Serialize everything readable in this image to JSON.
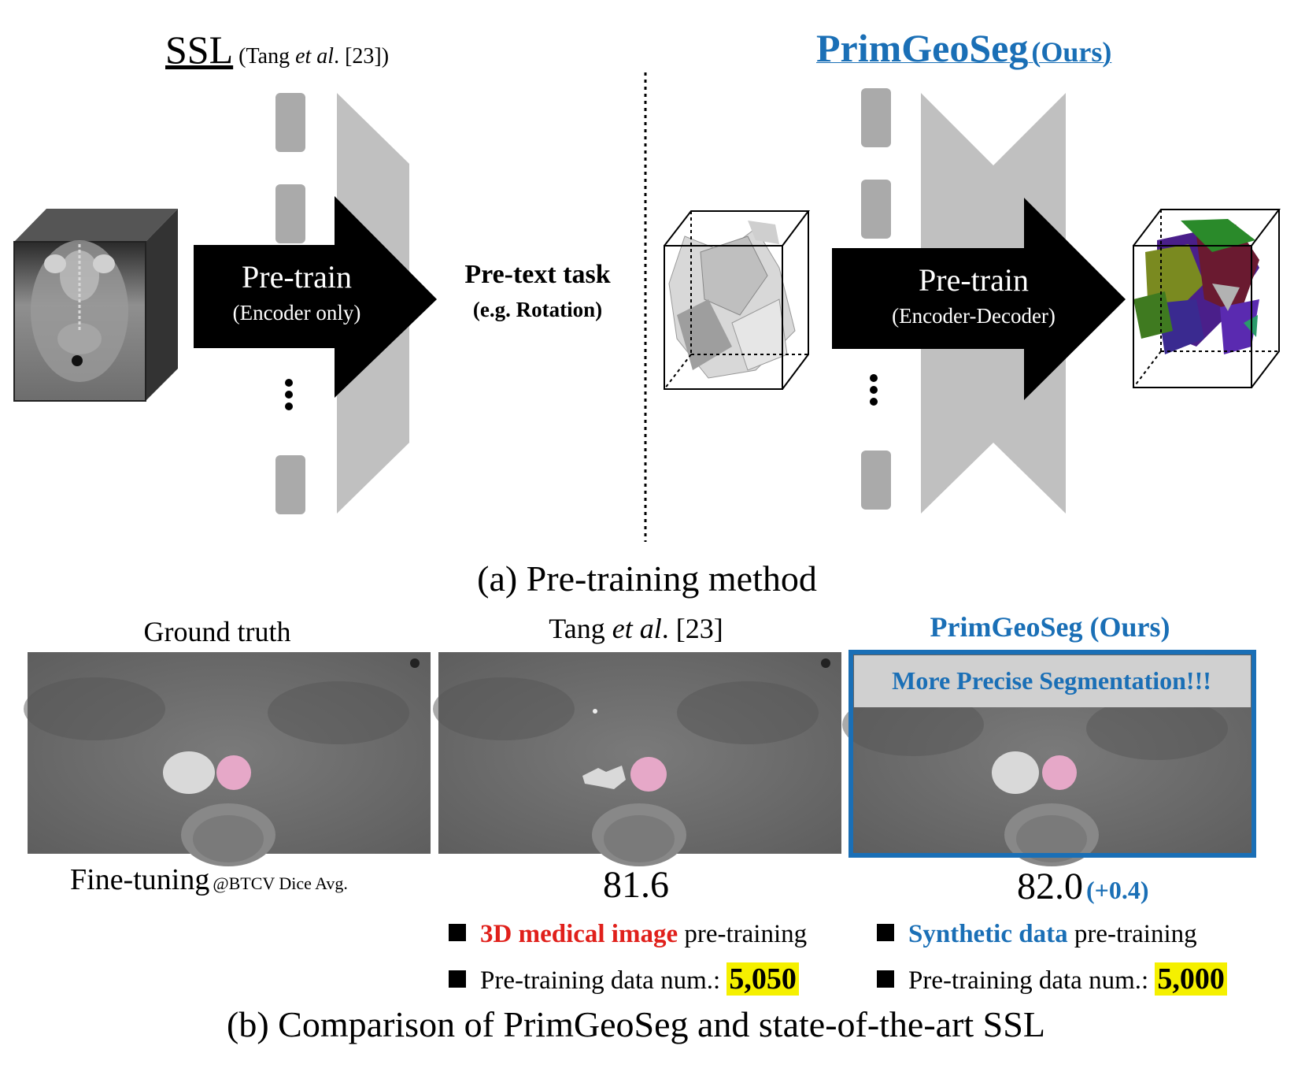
{
  "colors": {
    "accent_blue": "#1a6fb6",
    "accent_red": "#e0201b",
    "highlight_yellow": "#f5f000",
    "network_gray": "#c0c0c0",
    "block_gray": "#aaaaaa",
    "arrow_black": "#000000"
  },
  "panel_a": {
    "ssl_title": "SSL",
    "ssl_cite_prefix": "(Tang ",
    "ssl_cite_italic": "et al",
    "ssl_cite_suffix": ". [23])",
    "ours_title": "PrimGeoSeg",
    "ours_suffix": "(Ours)",
    "arrow_left_main": "Pre-train",
    "arrow_left_sub": "(Encoder only)",
    "pretext_main": "Pre-text task",
    "pretext_sub": "(e.g. Rotation)",
    "arrow_right_main": "Pre-train",
    "arrow_right_sub": "(Encoder-Decoder)",
    "caption": "(a) Pre-training method"
  },
  "panel_b": {
    "col1_title": "Ground truth",
    "col2_title_prefix": "Tang ",
    "col2_title_italic": "et al",
    "col2_title_suffix": ". [23]",
    "col3_title": "PrimGeoSeg (Ours)",
    "banner": "More Precise Segmentation!!!",
    "finetune_label": "Fine-tuning",
    "finetune_metric": "@BTCV Dice Avg.",
    "score_tang": "81.6",
    "score_ours": "82.0",
    "score_delta": "(+0.4)",
    "left_bullet1_em": "3D medical image",
    "left_bullet1_rest": " pre-training",
    "left_bullet2": "Pre-training data num.: ",
    "left_bullet2_value": "5,050",
    "right_bullet1_em": "Synthetic data",
    "right_bullet1_rest": " pre-training",
    "right_bullet2": "Pre-training data num.: ",
    "right_bullet2_value": "5,000",
    "caption": "(b) Comparison of PrimGeoSeg and state-of-the-art SSL"
  },
  "icons": [
    "ct-volume-cube",
    "encoder-trapezoid",
    "layer-blocks",
    "vertical-ellipsis",
    "right-arrow",
    "wireframe-cube-gray-primitives",
    "wireframe-cube-color-primitives",
    "encoder-decoder-hourglass",
    "ct-slice"
  ]
}
